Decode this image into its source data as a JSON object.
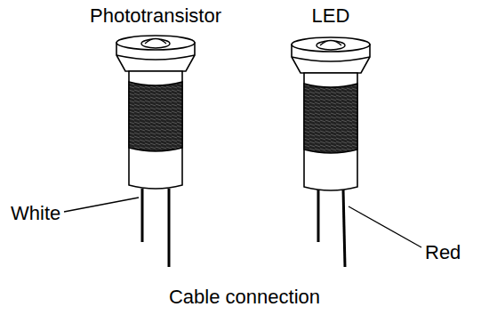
{
  "diagram": {
    "caption": "Cable connection",
    "labels": [
      "Phototransistor",
      "LED",
      "White",
      "Red"
    ]
  }
}
